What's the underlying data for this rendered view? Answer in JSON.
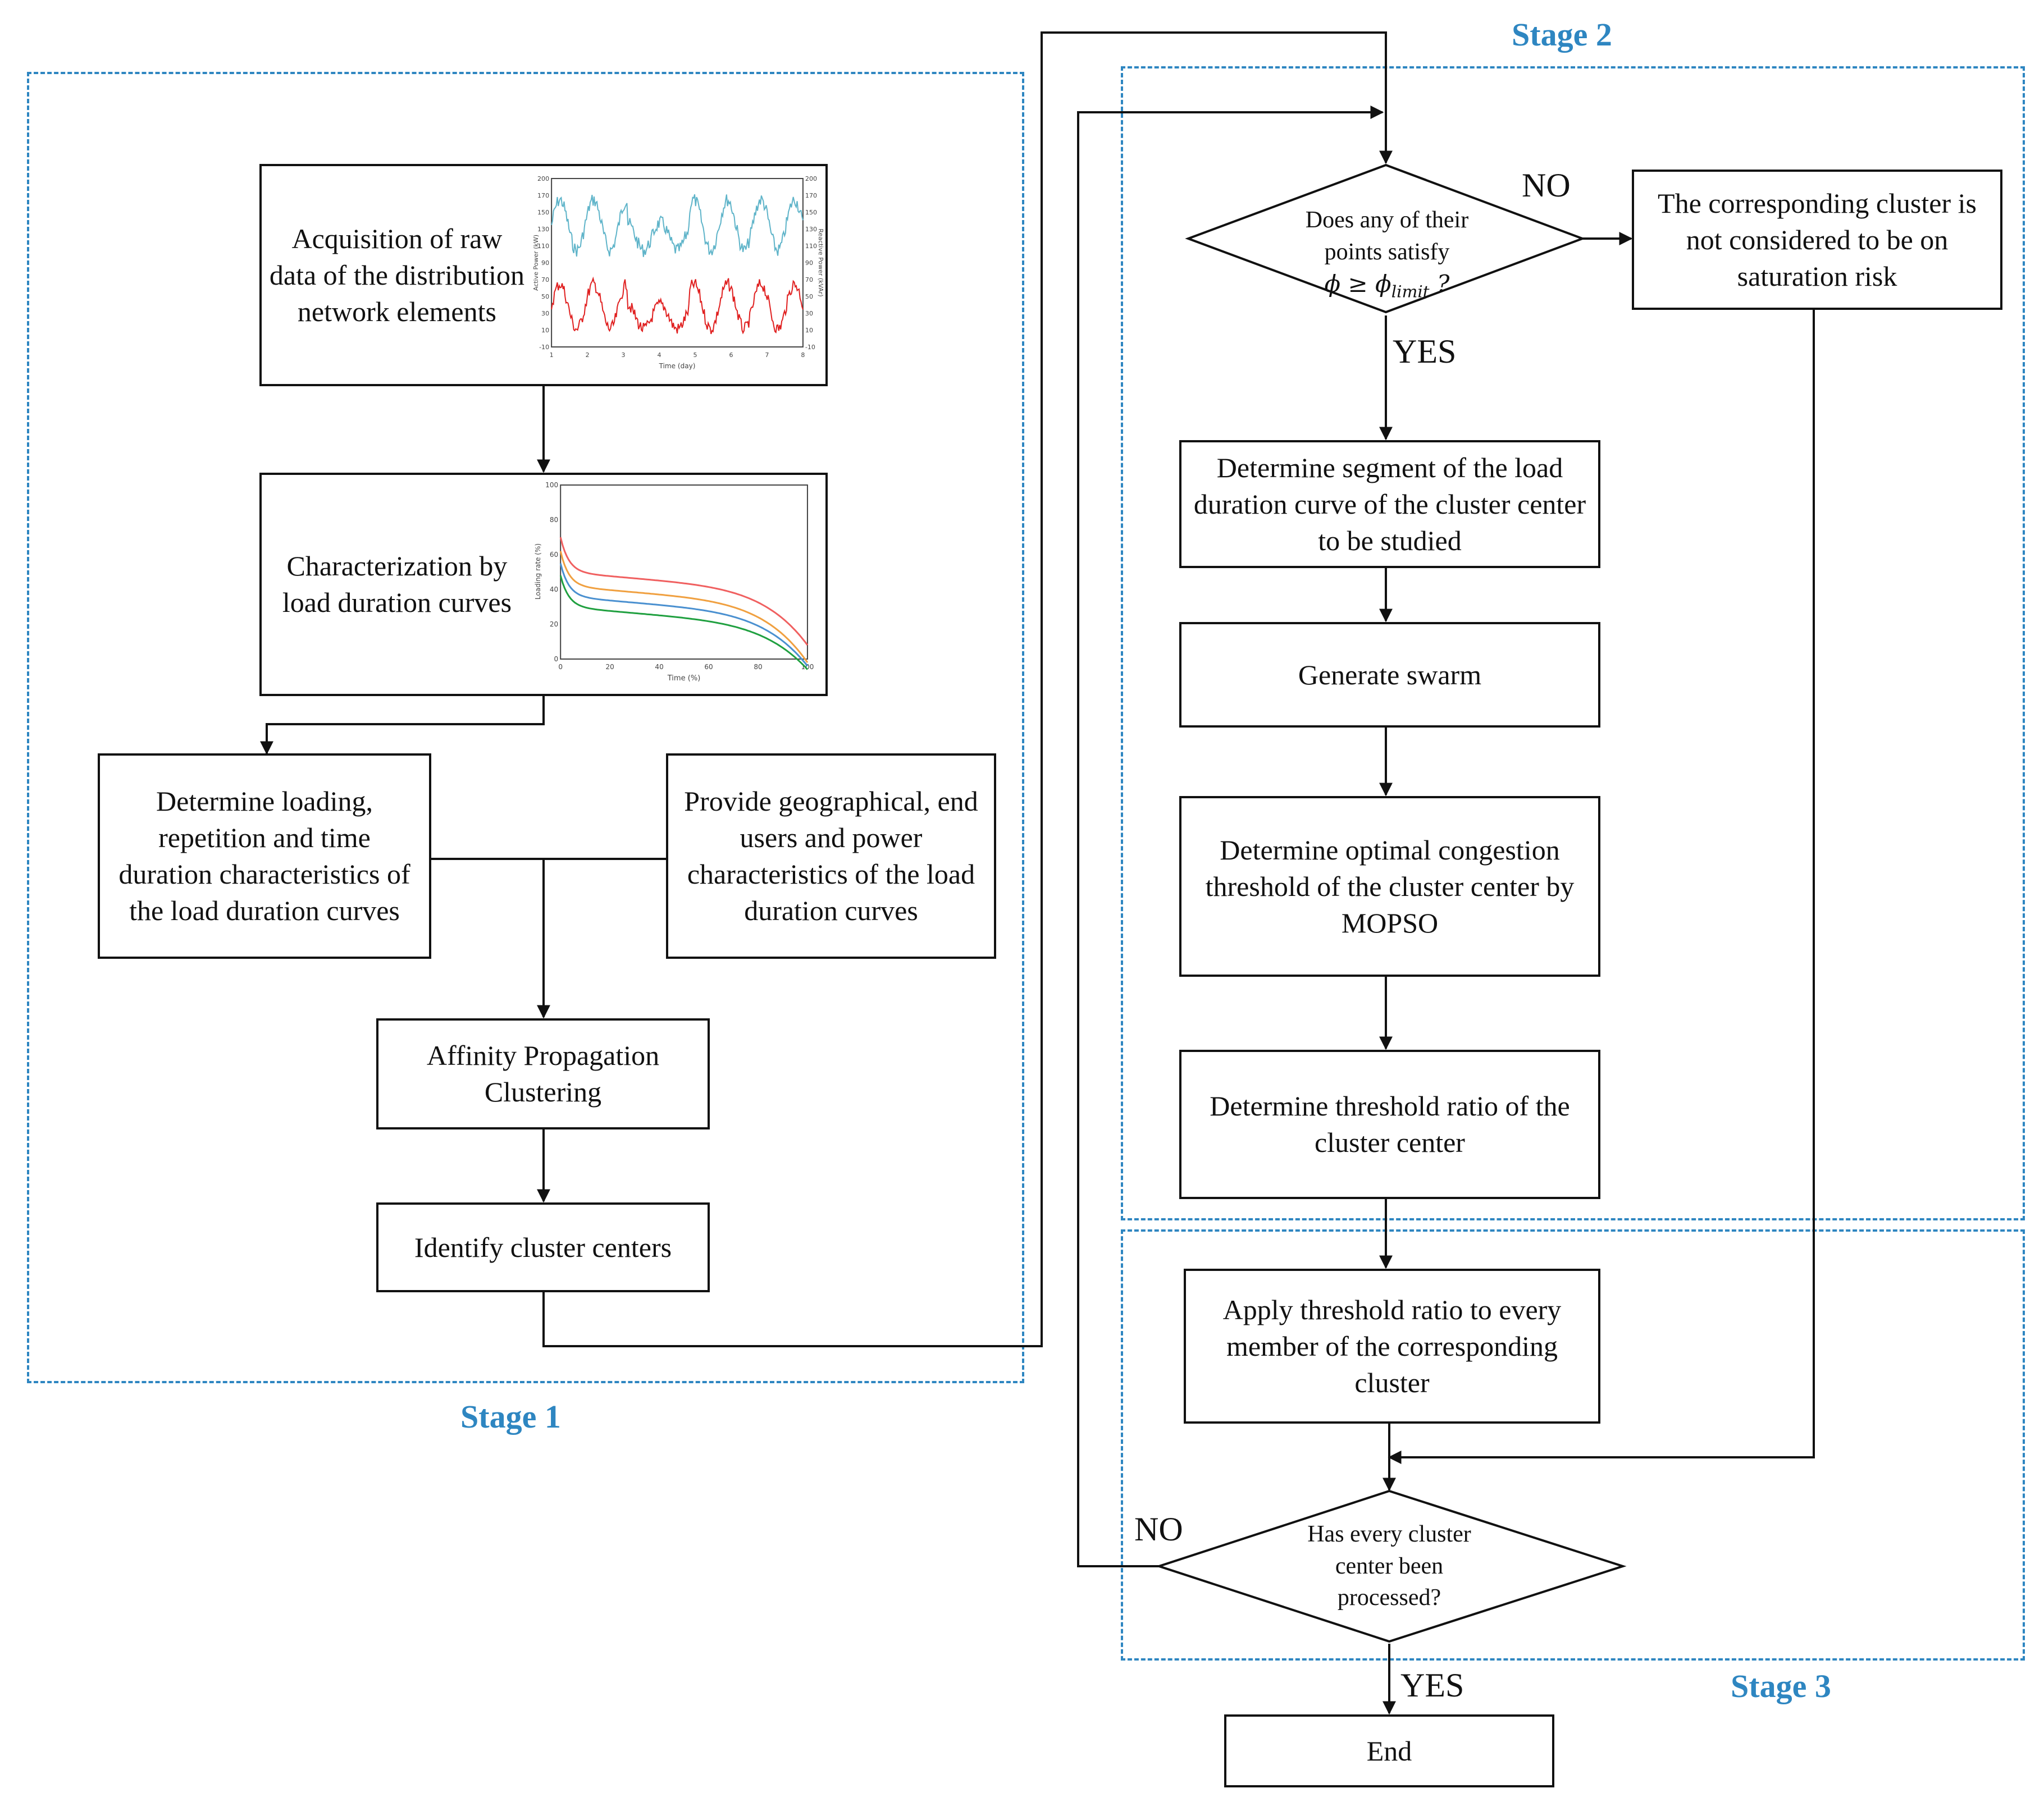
{
  "stages": {
    "stage1": "Stage 1",
    "stage2": "Stage 2",
    "stage3": "Stage 3"
  },
  "stage1_boxes": {
    "acquisition": "Acquisition of raw data of the distribution network elements",
    "characterization": "Characterization by load duration curves",
    "determine_loading": "Determine loading, repetition and time duration characteristics of the load duration curves",
    "provide_geo": "Provide geographical, end users and power characteristics of the load duration curves",
    "affinity": "Affinity Propagation Clustering",
    "identify_centers": "Identify cluster centers"
  },
  "stage2_boxes": {
    "decision_1": "Does any of their points satisfy",
    "decision_1_formula": "ϕ ≥ ϕlimit ?",
    "not_considered": "The corresponding cluster is not considered to be on saturation risk",
    "determine_segment": "Determine segment of the load duration curve of the cluster center to be studied",
    "generate_swarm": "Generate swarm",
    "determine_optimal": "Determine optimal congestion threshold of the cluster center by MOPSO",
    "determine_ratio": "Determine threshold ratio of the cluster center"
  },
  "stage3_boxes": {
    "apply_ratio": "Apply threshold ratio to every member of the corresponding cluster",
    "decision_2": "Has every cluster center been processed?",
    "end": "End"
  },
  "flow_labels": {
    "no_1": "NO",
    "yes_1": "YES",
    "no_2": "NO",
    "yes_2": "YES"
  },
  "thumbnail_raw": {
    "xlabel": "Time (day)",
    "ylabel_left": "Active Power (kW)",
    "ylabel_right": "Reactive Power (kVAr)",
    "y_ticks_left": [
      "200",
      "170",
      "150",
      "130",
      "110",
      "90",
      "70",
      "50",
      "30",
      "10",
      "-10"
    ],
    "x_ticks": [
      "1",
      "2",
      "3",
      "4",
      "5",
      "6",
      "7",
      "8"
    ],
    "series_colors": [
      "#5FB4C9",
      "#E02020"
    ]
  },
  "thumbnail_ldc": {
    "xlabel": "Time (%)",
    "ylabel": "Loading rate (%)",
    "y_ticks": [
      "100",
      "80",
      "60",
      "40",
      "20",
      "0"
    ],
    "x_ticks": [
      "0",
      "20",
      "40",
      "60",
      "80",
      "100"
    ],
    "series_colors": [
      "#F06060",
      "#F0A040",
      "#4A90D0",
      "#20A040"
    ]
  }
}
